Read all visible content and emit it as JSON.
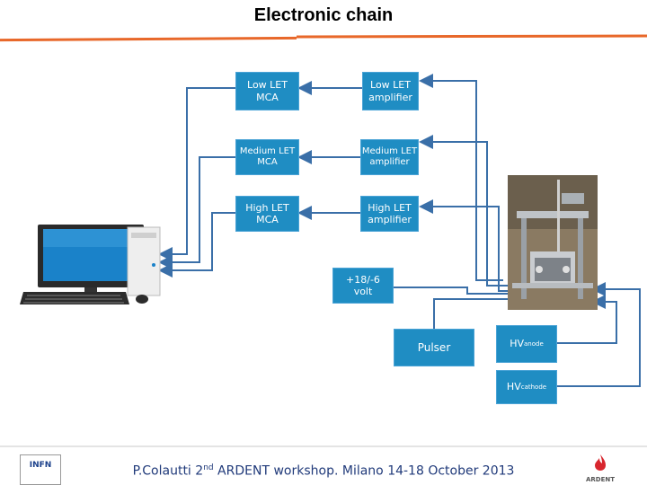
{
  "title": "Electronic chain",
  "colors": {
    "box": "#1f8dc3",
    "line": "#3a6fa8",
    "rule": "#e8682a",
    "footer_text": "#203a7a"
  },
  "boxes": {
    "low_mca": "Low LET\nMCA",
    "low_amp": "Low LET\namplifier",
    "med_mca": "Medium LET\nMCA",
    "med_amp": "Medium LET\namplifier",
    "high_mca": "High LET\nMCA",
    "high_amp": "High LET\namplifier",
    "power": "+18/-6\nvolt",
    "pulser": "Pulser",
    "hv_anode_main": "HV",
    "hv_anode_sub": "anode",
    "hv_cathode_main": "HV",
    "hv_cathode_sub": "cathode"
  },
  "footer": {
    "prefix": "P.Colautti 2",
    "sup": "nd",
    "suffix": " ARDENT workshop. Milano 14-18 October 2013",
    "right_logo_text": "ARDENT",
    "left_logo_text": "INFN"
  }
}
